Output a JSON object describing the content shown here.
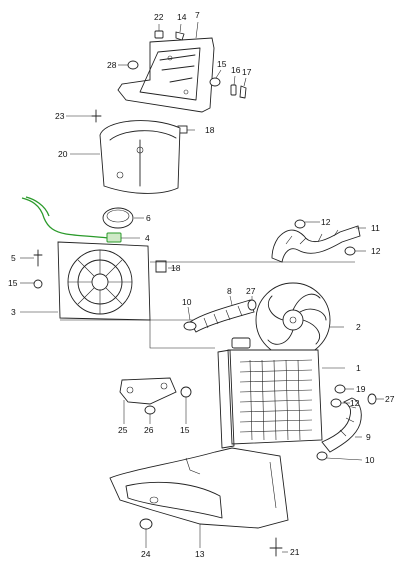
{
  "callouts": {
    "c1": "1",
    "c2": "2",
    "c3": "3",
    "c4": "4",
    "c5": "5",
    "c6": "6",
    "c7": "7",
    "c8": "8",
    "c9": "9",
    "c10a": "10",
    "c10b": "10",
    "c11": "11",
    "c12a": "12",
    "c12b": "12",
    "c12c": "12",
    "c13": "13",
    "c14": "14",
    "c15a": "15",
    "c15b": "15",
    "c15c": "15",
    "c16": "16",
    "c17": "17",
    "c18a": "18",
    "c18b": "18",
    "c19": "19",
    "c20": "20",
    "c21": "21",
    "c22": "22",
    "c23": "23",
    "c24": "24",
    "c25": "25",
    "c26": "26",
    "c27a": "27",
    "c27b": "27",
    "c28": "28"
  },
  "colors": {
    "highlight": "#2a9a2a",
    "line": "#222222"
  }
}
